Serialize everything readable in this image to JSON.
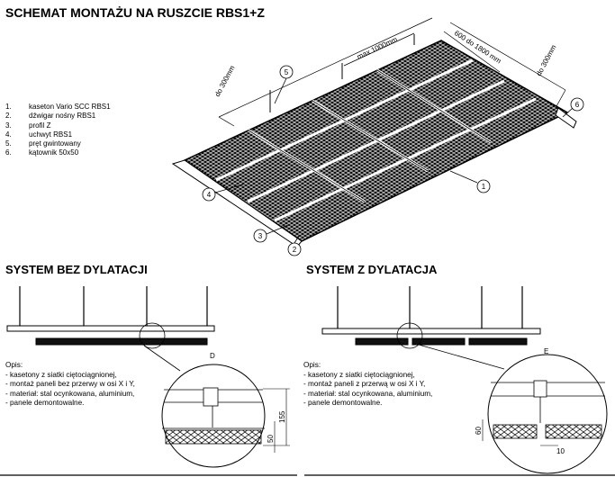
{
  "title": "SCHEMAT MONTAŻU NA RUSZCIE RBS1+Z",
  "legend": [
    {
      "n": "1.",
      "text": "kaseton Vario SCC RBS1"
    },
    {
      "n": "2.",
      "text": "dźwigar nośny RBS1"
    },
    {
      "n": "3.",
      "text": "profil Z"
    },
    {
      "n": "4.",
      "text": "uchwyt RBS1"
    },
    {
      "n": "5.",
      "text": "pręt gwintowany"
    },
    {
      "n": "6.",
      "text": "kątownik 50x50"
    }
  ],
  "dimensions": {
    "max": "max 1000mm",
    "range": "600 do 1800 mm",
    "do300_left": "do 300mm",
    "do300_right": "do 300mm"
  },
  "callouts": [
    "1",
    "2",
    "3",
    "4",
    "5",
    "6"
  ],
  "left": {
    "heading": "SYSTEM BEZ DYLATACJI",
    "opis_title": "Opis:",
    "opis": [
      "- kasetony z siatki cięto­ciągnionej,",
      "- montaż paneli bez przerwy w osi X i Y,",
      "- materiał: stal ocynkowana, aluminium,",
      "- panele demontowalne."
    ],
    "detail_label": "D",
    "dim_a": "155",
    "dim_b": "50"
  },
  "right": {
    "heading": "SYSTEM Z DYLATACJA",
    "opis_title": "Opis:",
    "opis": [
      "- kasetony z siatki cięto­ciągnionej,",
      "- montaż paneli z przerwą w osi X i Y,",
      "- materiał: stal ocynkowana, aluminium,",
      "- panele demontowalne."
    ],
    "detail_label": "E",
    "dim_a": "60",
    "dim_b": "10"
  }
}
